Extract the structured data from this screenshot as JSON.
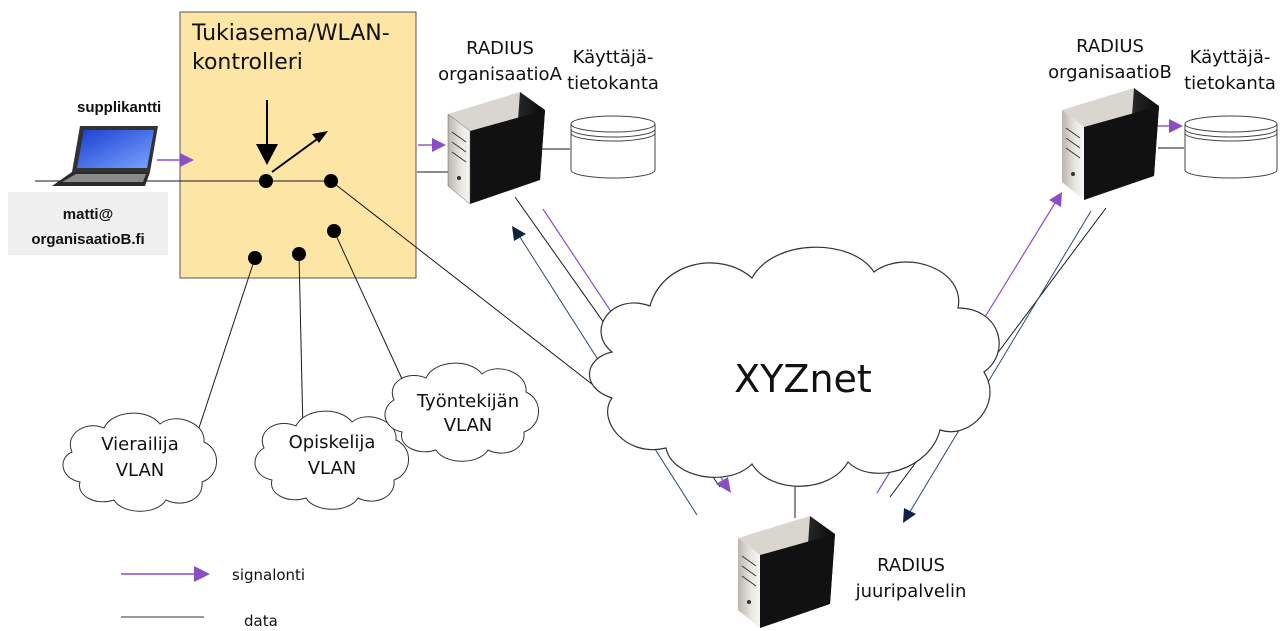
{
  "controller": {
    "line1": "Tukiasema/WLAN-",
    "line2": "kontrolleri"
  },
  "supplicant": {
    "label": "supplikantti",
    "user_line1": "matti@",
    "user_line2": "organisaatioB.fi"
  },
  "radius_a": {
    "line1": "RADIUS",
    "line2": "organisaatioA"
  },
  "db_a": {
    "line1": "Käyttäjä-",
    "line2": "tietokanta"
  },
  "radius_b": {
    "line1": "RADIUS",
    "line2": "organisaatioB"
  },
  "db_b": {
    "line1": "Käyttäjä-",
    "line2": "tietokanta"
  },
  "network": {
    "label": "XYZnet"
  },
  "vlans": {
    "visitor": {
      "line1": "Vierailija",
      "line2": "VLAN"
    },
    "student": {
      "line1": "Opiskelija",
      "line2": "VLAN"
    },
    "employee": {
      "line1": "Työntekijän",
      "line2": "VLAN"
    }
  },
  "root_server": {
    "line1": "RADIUS",
    "line2": "juuripalvelin"
  },
  "legend": {
    "signal_label": "signalonti",
    "data_label": "data"
  },
  "colors": {
    "controller_fill": "#fde5a6",
    "signal": "#8b4fc4",
    "data_line": "#2c4a6b",
    "arrow_head": "#0f2347"
  }
}
